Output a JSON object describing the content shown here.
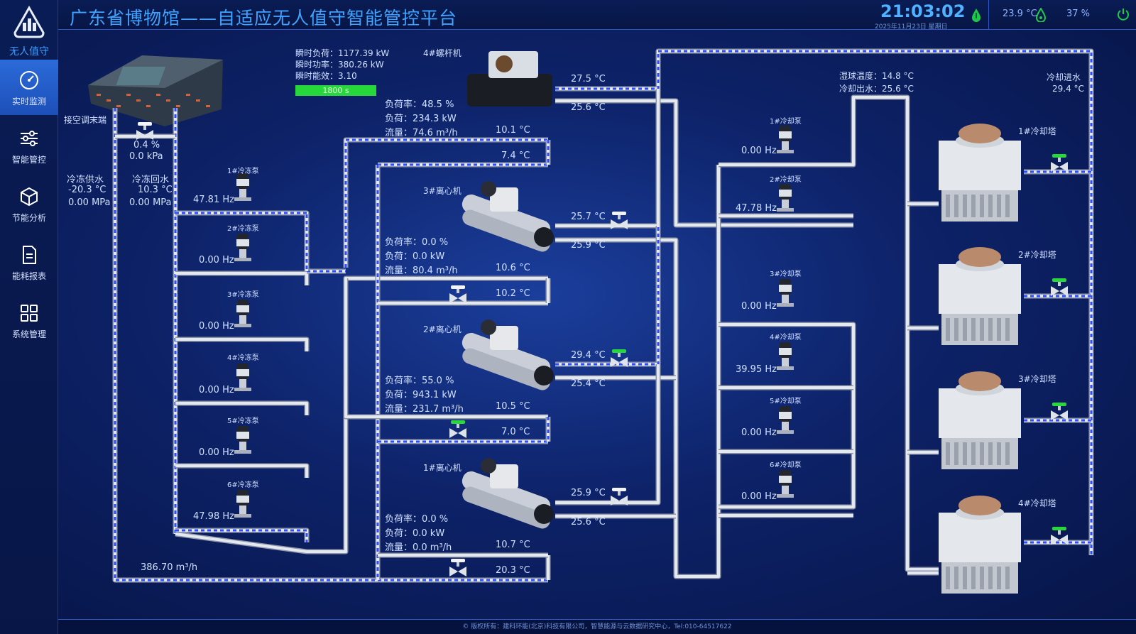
{
  "app": {
    "title": "广东省博物馆——自适应无人值守智能管控平台",
    "brand": "无人值守",
    "time": "21:03:02",
    "date": "2025年11月23日  星期日",
    "temperature": "23.9 °C",
    "humidity": "37 %",
    "footer": "© 版权所有：建科环能(北京)科技有限公司，智慧能源与云数据研究中心，Tel:010-64517622"
  },
  "nav": [
    {
      "label": "实时监测",
      "icon": "gauge-icon",
      "active": true
    },
    {
      "label": "智能管控",
      "icon": "sliders-icon",
      "active": false
    },
    {
      "label": "节能分析",
      "icon": "cube-icon",
      "active": false
    },
    {
      "label": "能耗报表",
      "icon": "document-icon",
      "active": false
    },
    {
      "label": "系统管理",
      "icon": "grid-icon",
      "active": false
    }
  ],
  "summary": {
    "instant_load": "瞬时负荷：1177.39 kW",
    "instant_power": "瞬时功率：380.26 kW",
    "instant_efficiency": "瞬时能效：3.10",
    "timer": "1800 s"
  },
  "terminal": {
    "label": "接空调末端",
    "valve_open": "0.4 %",
    "pressure": "0.0 kPa",
    "supply_label": "冷冻供水",
    "supply_temp": "-20.3 °C",
    "supply_pressure": "0.00 MPa",
    "return_label": "冷冻回水",
    "return_temp": "10.3 °C",
    "return_pressure": "0.00 MPa",
    "total_flow": "386.70 m³/h"
  },
  "chilled_pumps": [
    {
      "name": "1#冷冻泵",
      "freq": "47.81 Hz"
    },
    {
      "name": "2#冷冻泵",
      "freq": "0.00 Hz"
    },
    {
      "name": "3#冷冻泵",
      "freq": "0.00 Hz"
    },
    {
      "name": "4#冷冻泵",
      "freq": "0.00 Hz"
    },
    {
      "name": "5#冷冻泵",
      "freq": "0.00 Hz"
    },
    {
      "name": "6#冷冻泵",
      "freq": "47.98 Hz"
    }
  ],
  "chillers": [
    {
      "name": "4#螺杆机",
      "load_rate": "负荷率：48.5 %",
      "load": "负荷：234.3 kW",
      "flow": "流量：74.6 m³/h",
      "evap_out": "10.1 °C",
      "evap_in": "7.4 °C",
      "cond_out": "27.5 °C",
      "cond_in": "25.6 °C"
    },
    {
      "name": "3#离心机",
      "load_rate": "负荷率：0.0 %",
      "load": "负荷：0.0 kW",
      "flow": "流量：80.4 m³/h",
      "evap_out": "10.6 °C",
      "evap_in": "10.2 °C",
      "cond_out": "25.7 °C",
      "cond_in": "25.9 °C"
    },
    {
      "name": "2#离心机",
      "load_rate": "负荷率：55.0 %",
      "load": "负荷：943.1 kW",
      "flow": "流量：231.7 m³/h",
      "evap_out": "10.5 °C",
      "evap_in": "7.0 °C",
      "cond_out": "29.4 °C",
      "cond_in": "25.4 °C"
    },
    {
      "name": "1#离心机",
      "load_rate": "负荷率：0.0 %",
      "load": "负荷：0.0 kW",
      "flow": "流量：0.0 m³/h",
      "evap_out": "10.7 °C",
      "evap_in": "20.3 °C",
      "cond_out": "25.9 °C",
      "cond_in": "25.6 °C"
    }
  ],
  "cooling_pumps": [
    {
      "name": "1#冷却泵",
      "freq": "0.00 Hz"
    },
    {
      "name": "2#冷却泵",
      "freq": "47.78 Hz"
    },
    {
      "name": "3#冷却泵",
      "freq": "0.00 Hz"
    },
    {
      "name": "4#冷却泵",
      "freq": "39.95 Hz"
    },
    {
      "name": "5#冷却泵",
      "freq": "0.00 Hz"
    },
    {
      "name": "6#冷却泵",
      "freq": "0.00 Hz"
    }
  ],
  "cooling": {
    "wet_bulb": "湿球温度：14.8 °C",
    "cooling_out": "冷却出水：25.6 °C",
    "cooling_in_label": "冷却进水",
    "cooling_in_temp": "29.4 °C"
  },
  "towers": [
    {
      "name": "1#冷却塔"
    },
    {
      "name": "2#冷却塔"
    },
    {
      "name": "3#冷却塔"
    },
    {
      "name": "4#冷却塔"
    }
  ],
  "colors": {
    "accent": "#3fa3ff",
    "pipe": "#c9ced8",
    "flow": "#2b4cff",
    "valve_open": "#27d83a"
  }
}
